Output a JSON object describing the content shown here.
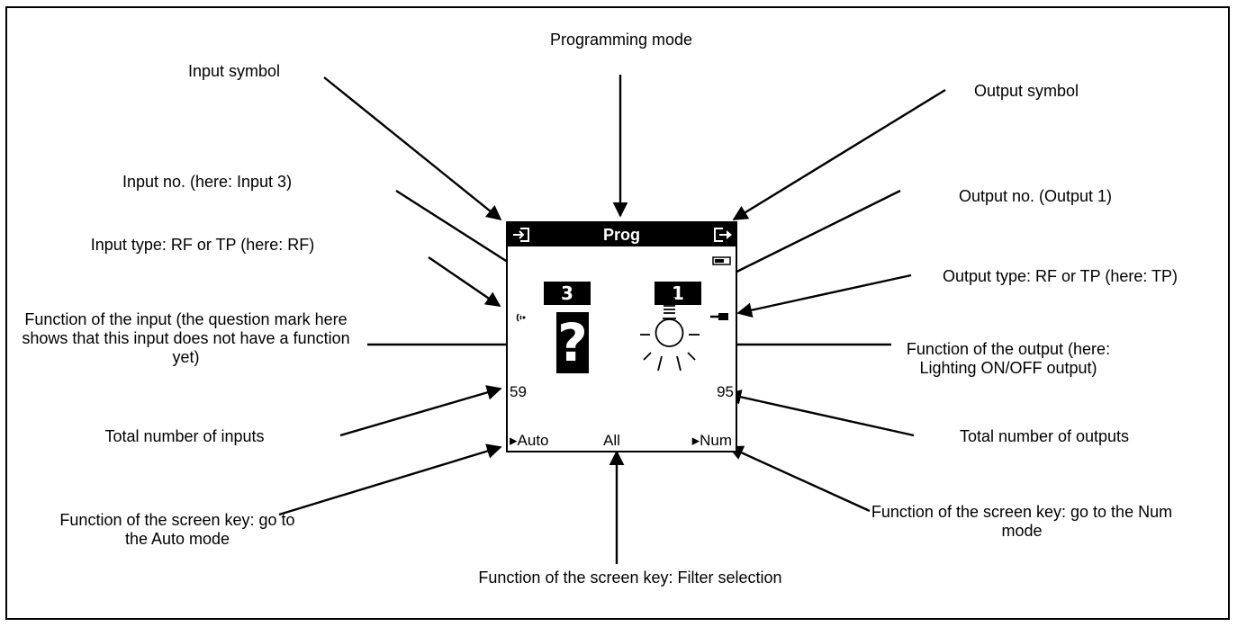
{
  "annotations": {
    "programming_mode": "Programming mode",
    "input_symbol": "Input symbol",
    "output_symbol": "Output symbol",
    "input_no": "Input no. (here: Input 3)",
    "output_no": "Output no. (Output 1)",
    "input_type": "Input type: RF or TP (here: RF)",
    "output_type": "Output type: RF or TP (here: TP)",
    "input_function": "Function of the input (the question mark here shows that this input does not have a function yet)",
    "output_function": "Function of the output (here: Lighting ON/OFF output)",
    "total_inputs": "Total number of inputs",
    "total_outputs": "Total number of outputs",
    "key_auto": "Function of the screen key: go to the Auto mode",
    "key_filter": "Function of the screen key: Filter selection",
    "key_num": "Function of the screen key: go to the Num mode"
  },
  "screen": {
    "title": "Prog",
    "input_no": "3",
    "output_no": "1",
    "input_function_symbol": "?",
    "total_inputs": "59",
    "total_outputs": "95",
    "softkey_left": "▸Auto",
    "softkey_center": "All",
    "softkey_right": "▸Num",
    "icons": {
      "input_symbol": "input-arrow-icon",
      "output_symbol": "output-arrow-icon",
      "battery": "battery-icon",
      "rf": "rf-wave-icon",
      "tp": "tp-plug-icon",
      "lighting": "light-bulb-icon"
    }
  }
}
